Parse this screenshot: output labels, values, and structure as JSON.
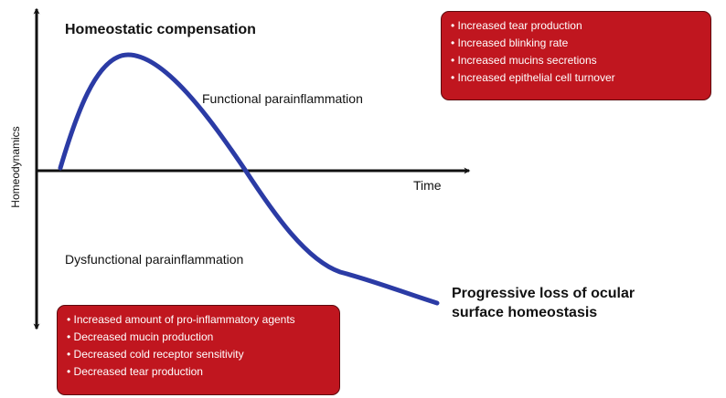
{
  "colors": {
    "curve": "#2b3ba5",
    "axis": "#111111",
    "box": "#c0161f",
    "box_border": "#5c0a0e",
    "text": "#111111",
    "box_text": "#ffffff"
  },
  "axes": {
    "y_label": "Homeodynamics",
    "x_label": "Time"
  },
  "labels": {
    "homeostatic": "Homeostatic compensation",
    "functional": "Functional parainflammation",
    "dysfunctional": "Dysfunctional parainflammation",
    "progressive_line1": "Progressive loss of ocular",
    "progressive_line2": "surface homeostasis"
  },
  "top_box": {
    "items": [
      "Increased tear production",
      "Increased blinking rate",
      "Increased mucins secretions",
      "Increased epithelial cell turnover"
    ]
  },
  "bottom_box": {
    "items": [
      "Increased amount of pro-inflammatory agents",
      "Decreased mucin production",
      "Decreased cold receptor sensitivity",
      "Decreased tear production"
    ]
  }
}
